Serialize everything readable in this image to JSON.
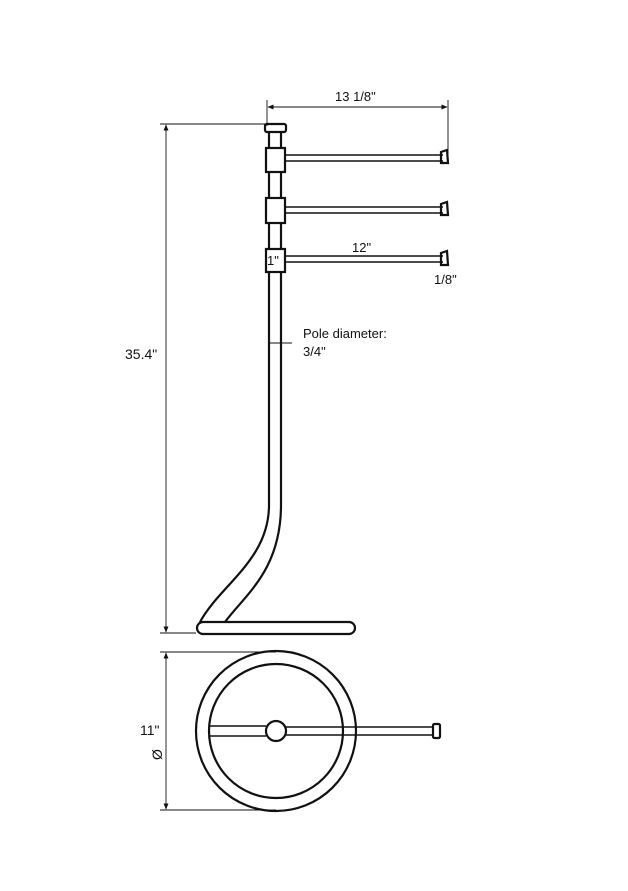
{
  "dimensions": {
    "total_width": "13 1/8\"",
    "height": "35.4\"",
    "arm_length": "12\"",
    "arm_tip": "1/8\"",
    "block_size": "1\"",
    "pole_diameter_label": "Pole diameter:",
    "pole_diameter_value": "3/4\"",
    "base_diameter": "11\"",
    "diameter_symbol": "Ø"
  },
  "colors": {
    "line": "#111111",
    "background": "#ffffff"
  }
}
